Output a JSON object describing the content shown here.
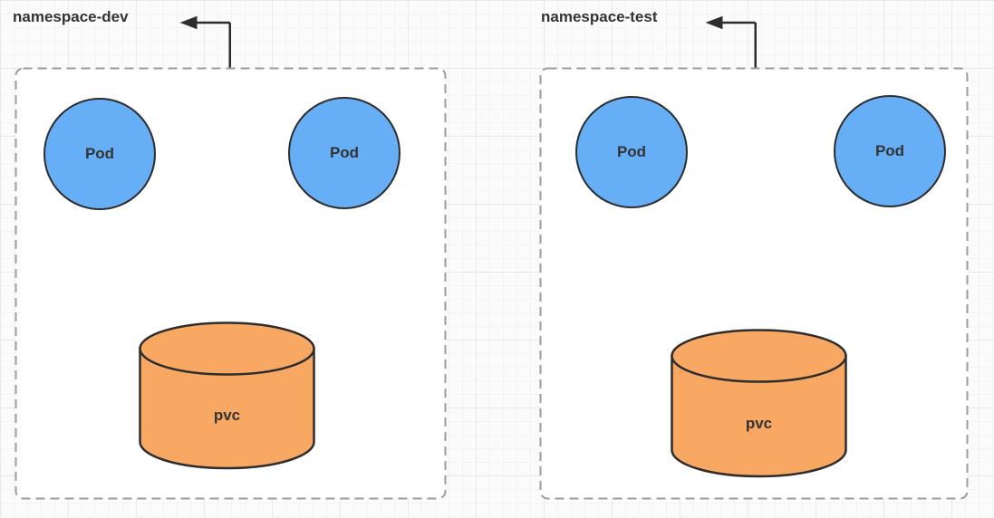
{
  "diagram": {
    "namespaces": [
      {
        "label": "namespace-dev",
        "arrow_icon": "elbow-arrow-left-icon",
        "pods": [
          {
            "label": "Pod"
          },
          {
            "label": "Pod"
          }
        ],
        "pvc": {
          "label": "pvc"
        }
      },
      {
        "label": "namespace-test",
        "arrow_icon": "elbow-arrow-left-icon",
        "pods": [
          {
            "label": "Pod"
          },
          {
            "label": "Pod"
          }
        ],
        "pvc": {
          "label": "pvc"
        }
      }
    ],
    "colors": {
      "pod_fill": "#66AEF5",
      "pvc_fill": "#F9A864",
      "shape_stroke": "#2D2D2D",
      "namespace_border": "#9C9C9C",
      "label_text": "#333333",
      "arrow": "#2D2D2D",
      "grid_minor": "#F3F3F3",
      "grid_major": "#E9E9E9",
      "canvas_background": "#FBFBFB",
      "namespace_fill": "#FFFFFF"
    }
  }
}
